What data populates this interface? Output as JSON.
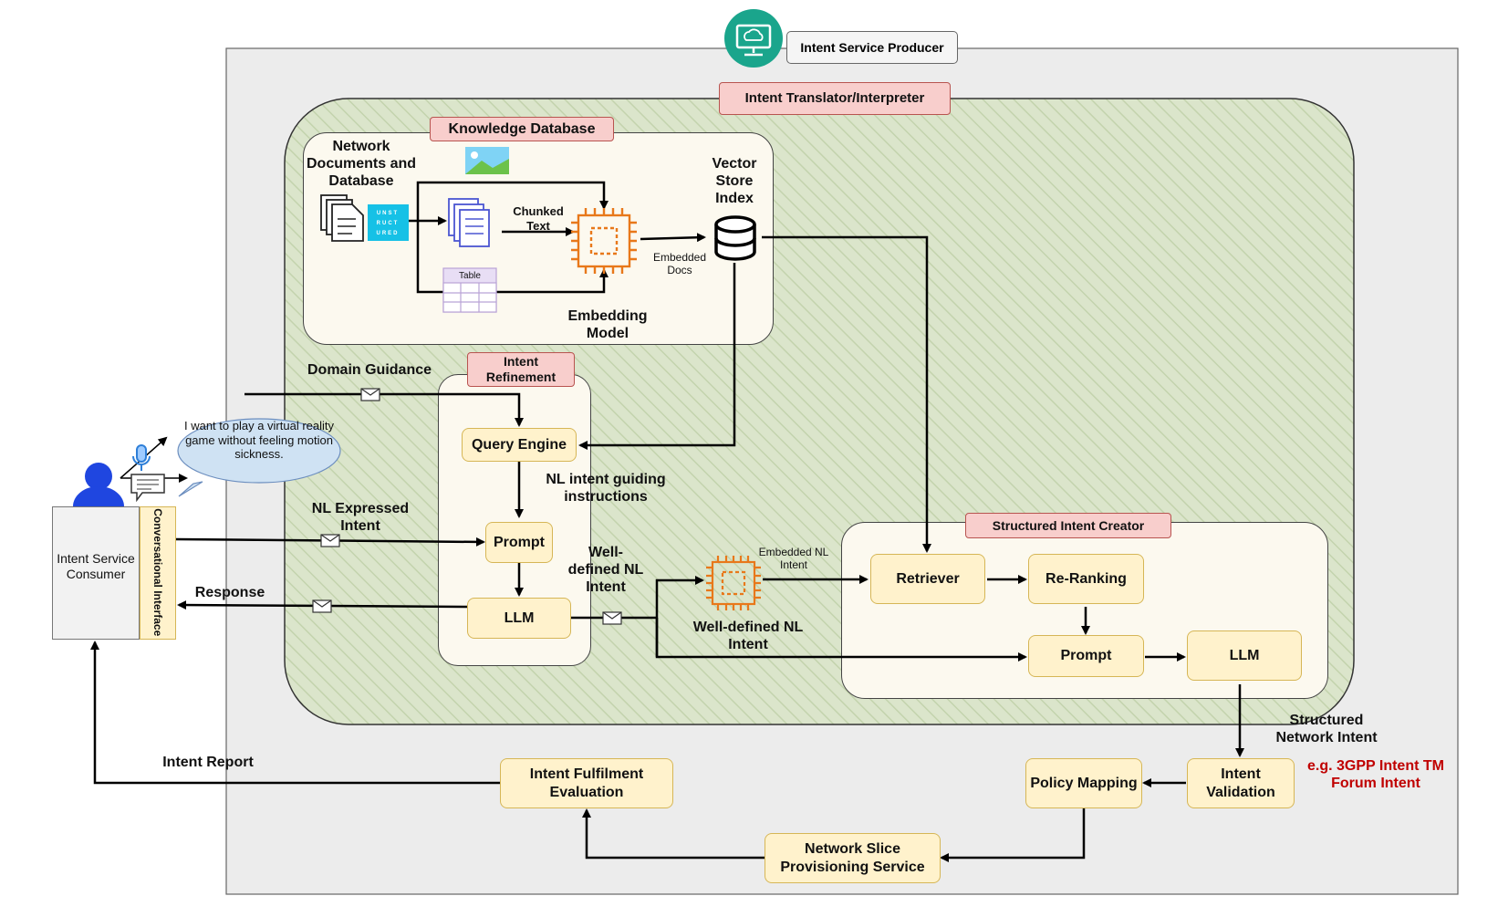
{
  "producer": {
    "label": "Intent Service Producer",
    "icon": "monitor-cloud-icon"
  },
  "translator": {
    "label": "Intent Translator/Interpreter"
  },
  "knowledge_db": {
    "title": "Knowledge Database",
    "network_docs": "Network Documents and Database",
    "unstructured_tile": "UNSTRUCTURED",
    "chunked_text": "Chunked Text",
    "table_label": "Table",
    "embedding_model": "Embedding Model",
    "embedded_docs": "Embedded Docs",
    "vector_store": "Vector Store Index"
  },
  "refinement": {
    "title": "Intent Refinement",
    "domain_guidance": "Domain Guidance",
    "query_engine": "Query Engine",
    "nl_guiding": "NL  intent guiding instructions",
    "prompt": "Prompt",
    "llm": "LLM",
    "well_defined_top": "Well-defined NL Intent",
    "well_defined_bottom": "Well-defined NL  Intent"
  },
  "consumer": {
    "label": "Intent Service Consumer",
    "conv_interface": "Conversational Interface",
    "speech": "I want to play a virtual reality game without feeling motion sickness.",
    "nl_expressed": "NL Expressed Intent",
    "response": "Response",
    "intent_report": "Intent Report"
  },
  "structured": {
    "title": "Structured Intent Creator",
    "embedded_nl": "Embedded NL Intent",
    "retriever": "Retriever",
    "reranking": "Re-Ranking",
    "prompt": "Prompt",
    "llm": "LLM"
  },
  "bottom": {
    "structured_network_intent": "Structured Network Intent",
    "examples": "e.g. 3GPP Intent TM Forum Intent",
    "example_color": "#c00000",
    "intent_validation": "Intent Validation",
    "policy_mapping": "Policy Mapping",
    "nsps": "Network Slice Provisioning Service",
    "fulfilment": "Intent Fulfilment Evaluation"
  }
}
